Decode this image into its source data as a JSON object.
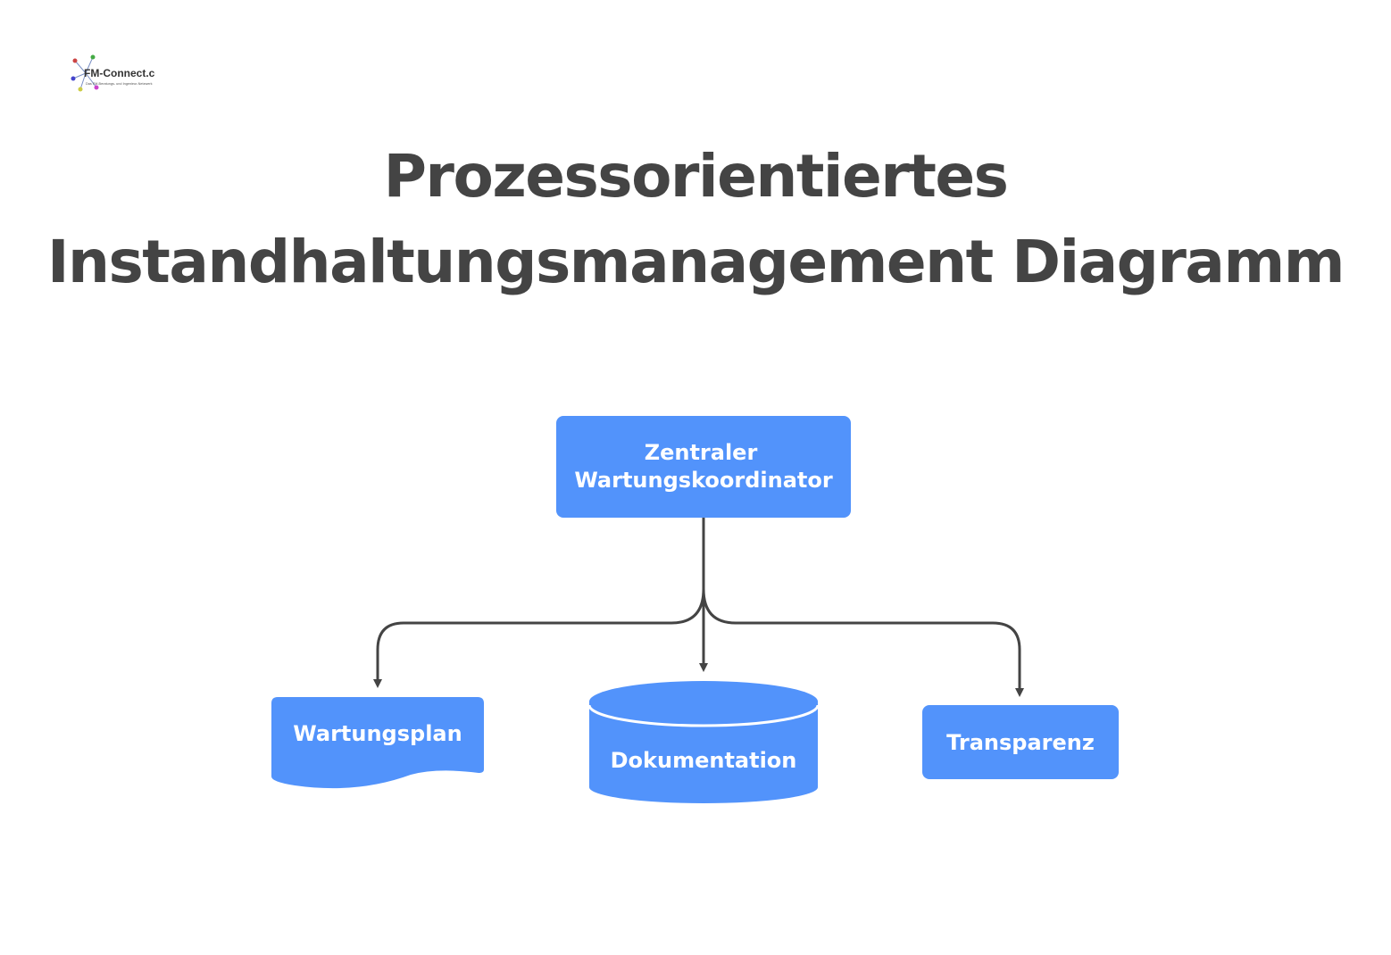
{
  "logo": {
    "name": "FM-Connect.com",
    "tagline": "Das FM-Beratungs- und Ingenieur-Netzwerk"
  },
  "title": {
    "line1": "Prozessorientiertes",
    "line2": "Instandhaltungsmanagement Diagramm"
  },
  "nodes": {
    "coordinator": {
      "line1": "Zentraler",
      "line2": "Wartungskoordinator"
    },
    "plan": {
      "label": "Wartungsplan"
    },
    "documentation": {
      "label": "Dokumentation"
    },
    "transparency": {
      "label": "Transparenz"
    }
  },
  "colors": {
    "node_fill": "#5293FB",
    "edge": "#444444",
    "title": "#444444"
  }
}
